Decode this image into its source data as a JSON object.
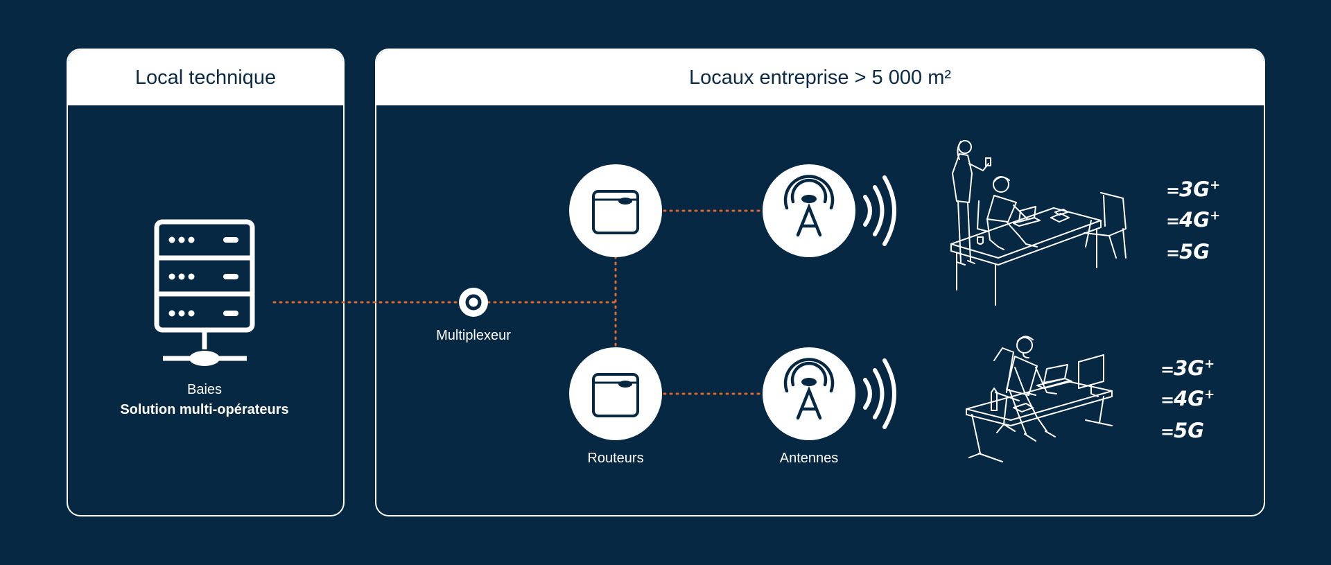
{
  "panels": {
    "local": {
      "title": "Local technique"
    },
    "enterprise": {
      "title": "Locaux entreprise > 5 000 m²"
    }
  },
  "labels": {
    "baies": "Baies",
    "solution": "Solution multi-opérateurs",
    "multiplexer": "Multiplexeur",
    "routers": "Routeurs",
    "antennas": "Antennes"
  },
  "networks": {
    "top": [
      {
        "name": "3G",
        "sup": "+"
      },
      {
        "name": "4G",
        "sup": "+"
      },
      {
        "name": "5G",
        "sup": ""
      }
    ],
    "bottom": [
      {
        "name": "3G",
        "sup": "+"
      },
      {
        "name": "4G",
        "sup": "+"
      },
      {
        "name": "5G",
        "sup": ""
      }
    ]
  },
  "colors": {
    "background": "#062842",
    "link": "#e0692e",
    "foreground": "#ffffff"
  },
  "icons": [
    "server-rack-icon",
    "multiplexer-icon",
    "router-icon",
    "antenna-icon",
    "signal-waves-icon",
    "office-team-illustration",
    "office-worker-illustration"
  ]
}
